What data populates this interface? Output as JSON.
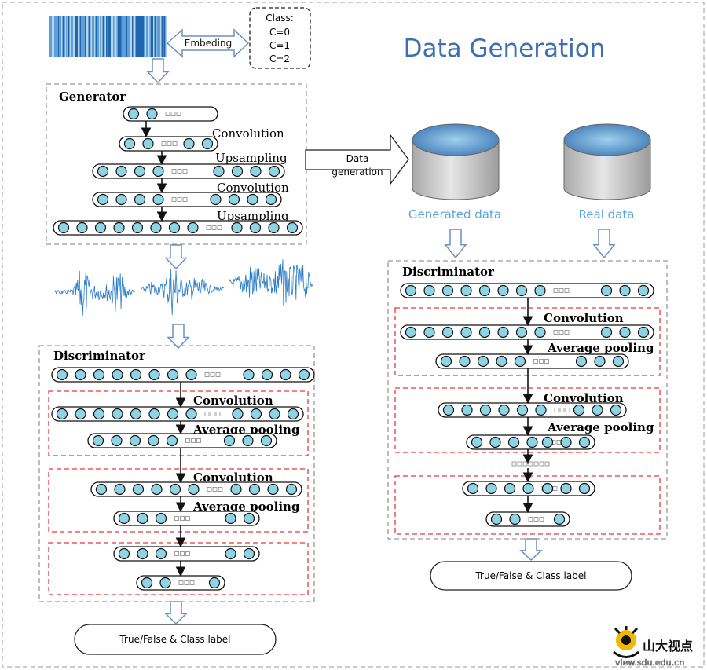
{
  "title": "Data Generation",
  "embedding_label": "Embeding",
  "class_box": {
    "lines": [
      "Class:",
      "C=0",
      "C=1",
      "C=2"
    ]
  },
  "generator": {
    "title": "Generator",
    "ops": [
      "Convolution",
      "Upsampling",
      "Convolution",
      "Upsampling"
    ]
  },
  "data_generation_arrow": {
    "lines": [
      "Data",
      "generation"
    ]
  },
  "databases": {
    "generated": "Generated data",
    "real": "Real data"
  },
  "discriminator_left": {
    "title": "Discriminator",
    "ops": [
      "Convolution",
      "Average pooling",
      "Convolution",
      "Average pooling"
    ]
  },
  "discriminator_right": {
    "title": "Discriminator",
    "ops": [
      "Convolution",
      "Average pooling",
      "Convolution",
      "Average pooling"
    ]
  },
  "output_left": "True/False & Class label",
  "output_right": "True/False & Class label",
  "watermark": {
    "brand": "山大视点",
    "url": "view.sdu.edu.cn"
  },
  "colors": {
    "node_fill": "#8fd4e4",
    "title_blue": "#3d6fb3",
    "db_label_blue": "#5aa3d8",
    "signal_blue": "#2a7cc7",
    "dash_gray": "#999999",
    "dash_red": "#e8373f"
  }
}
